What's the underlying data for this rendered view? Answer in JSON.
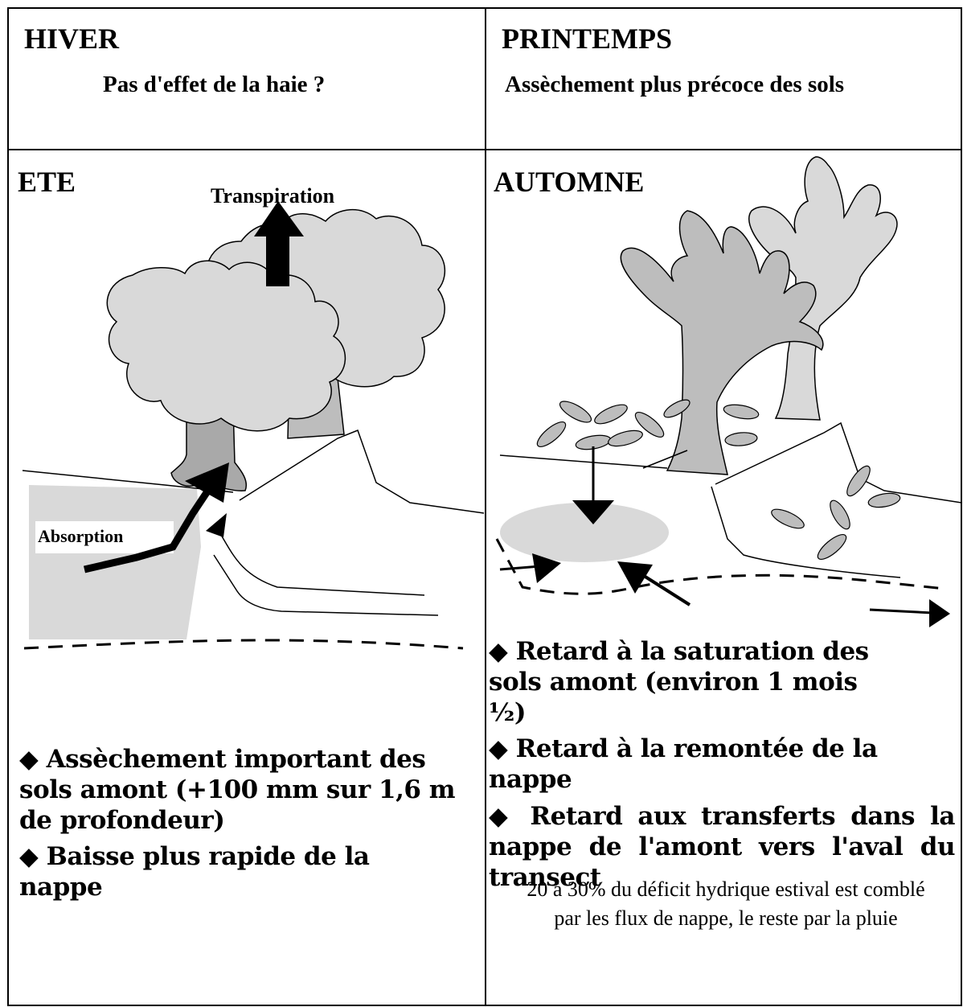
{
  "hiver": {
    "title": "HIVER",
    "subtitle": "Pas d'effet de la haie ?"
  },
  "printemps": {
    "title": "PRINTEMPS",
    "subtitle": "Assèchement plus précoce des sols"
  },
  "ete": {
    "title": "ETE",
    "transpiration_label": "Transpiration",
    "absorption_label": "Absorption",
    "bullets": [
      "◆ Assèchement important des sols amont (+100 mm sur 1,6 m de profondeur)",
      "◆ Baisse plus rapide de la nappe"
    ]
  },
  "automne": {
    "title": "AUTOMNE",
    "bullets": [
      "◆ Retard à la saturation des sols amont (environ 1 mois ½)",
      "◆ Retard à la remontée de la nappe",
      "◆  Retard aux transferts dans la nappe de l'amont vers l'aval du transect"
    ],
    "note_line1": "20 à 30% du déficit hydrique estival est comblé",
    "note_line2": "par les flux de nappe, le reste par la pluie"
  },
  "colors": {
    "line": "#000000",
    "fill_light": "#d9d9d9",
    "fill_mid": "#bdbdbd",
    "fill_trunk": "#a9a9a9"
  }
}
